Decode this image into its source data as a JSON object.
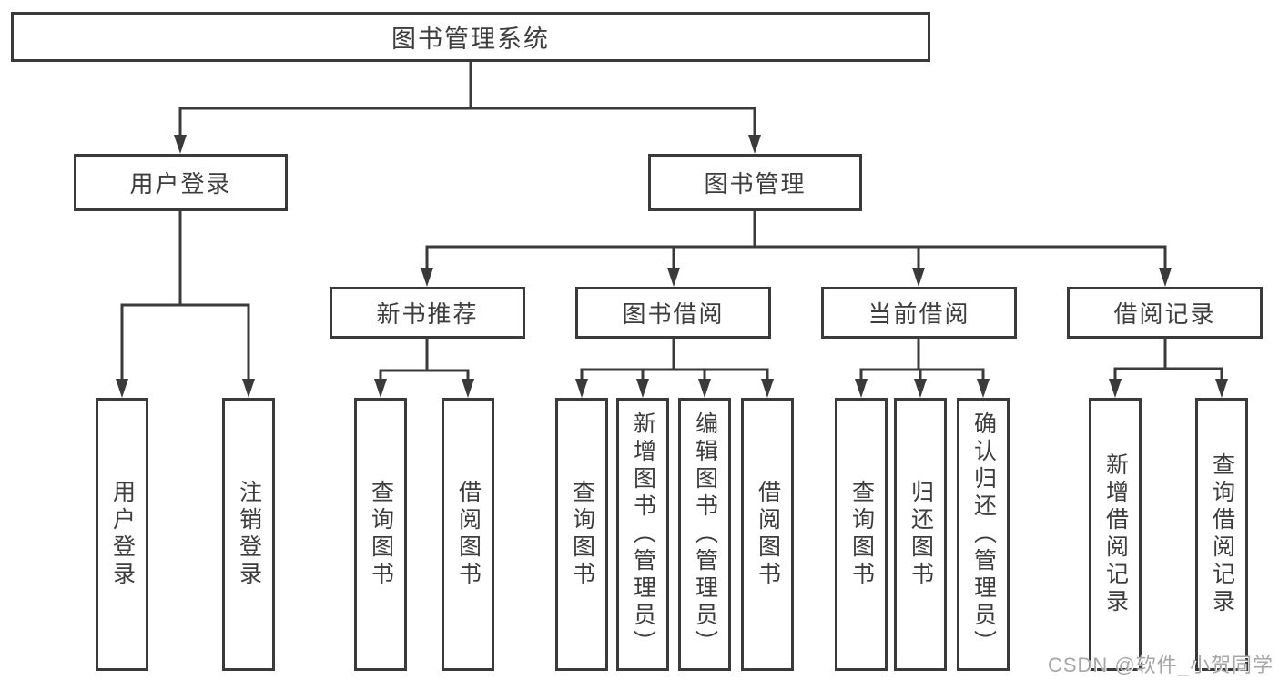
{
  "chart": {
    "root": {
      "label": "图书管理系统"
    },
    "level2": {
      "user_login": {
        "label": "用户登录"
      },
      "book_management": {
        "label": "图书管理"
      }
    },
    "level3": {
      "new_book_recommend": {
        "label": "新书推荐"
      },
      "book_borrow": {
        "label": "图书借阅"
      },
      "current_borrow": {
        "label": "当前借阅"
      },
      "borrow_record": {
        "label": "借阅记录"
      }
    },
    "leaves": {
      "user_login": "用户登录",
      "logout": "注销登录",
      "recommend_query_book": "查询图书",
      "recommend_borrow_book": "借阅图书",
      "borrow_query_book": "查询图书",
      "borrow_add_book": "新增图书（管理员）",
      "borrow_edit_book": "编辑图书（管理员）",
      "borrow_borrow_book": "借阅图书",
      "current_query_book": "查询图书",
      "current_return_book": "归还图书",
      "current_confirm_return": "确认归还（管理员）",
      "record_add": "新增借阅记录",
      "record_query": "查询借阅记录"
    }
  },
  "watermark": "CSDN @软件_小贺同学",
  "colors": {
    "line": "#3a3a3a",
    "text": "#3d3d3d",
    "box_background": "#ffffff",
    "watermark": "#a6a6a6",
    "background": "#ffffff"
  }
}
